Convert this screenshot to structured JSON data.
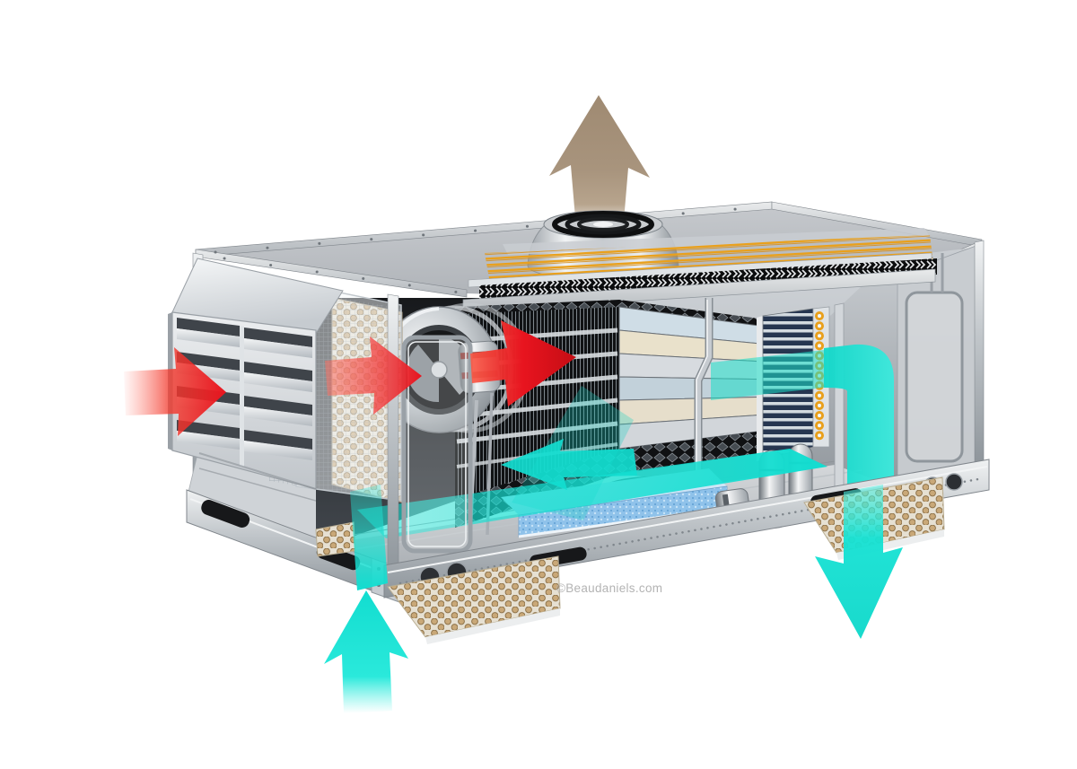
{
  "watermark": "©Beaudaniels.com",
  "illustration": {
    "subject": "Packaged rooftop HVAC unit cutaway with airflow arrows",
    "airflows": [
      {
        "name": "hot-air-inlet-arrow",
        "color_key": "hot_air",
        "direction": "right"
      },
      {
        "name": "hot-air-filtered-arrow",
        "color_key": "hot_air",
        "direction": "right"
      },
      {
        "name": "hot-air-supply-arrow",
        "color_key": "hot_air",
        "direction": "right"
      },
      {
        "name": "exhaust-air-arrow",
        "color_key": "exhaust_air",
        "direction": "up"
      },
      {
        "name": "cool-air-return-arrow",
        "color_key": "cool_air",
        "direction": "up"
      },
      {
        "name": "cool-air-circulation-band",
        "color_key": "cool_air",
        "direction": "right"
      },
      {
        "name": "cool-air-supply-arrow",
        "color_key": "cool_air",
        "direction": "down"
      }
    ]
  },
  "colors": {
    "background": "#ffffff",
    "hot_air": "#e8141f",
    "hot_air_light": "#ff6e5f",
    "cool_air": "#12ddd0",
    "cool_air_deep": "#0fd8ca",
    "exhaust_air": "#a8947d",
    "coil_gold": "#e9a01c",
    "coil_orange": "#d88c12",
    "cabinet_light": "#d7dadd",
    "cabinet_mid": "#b9bec4",
    "cabinet_dark": "#7e858c",
    "interior_dark": "#17191c",
    "navy_coil": "#263650",
    "foam_blue": "#8fc2ea",
    "watermark_gray": "#b3b3b3"
  }
}
